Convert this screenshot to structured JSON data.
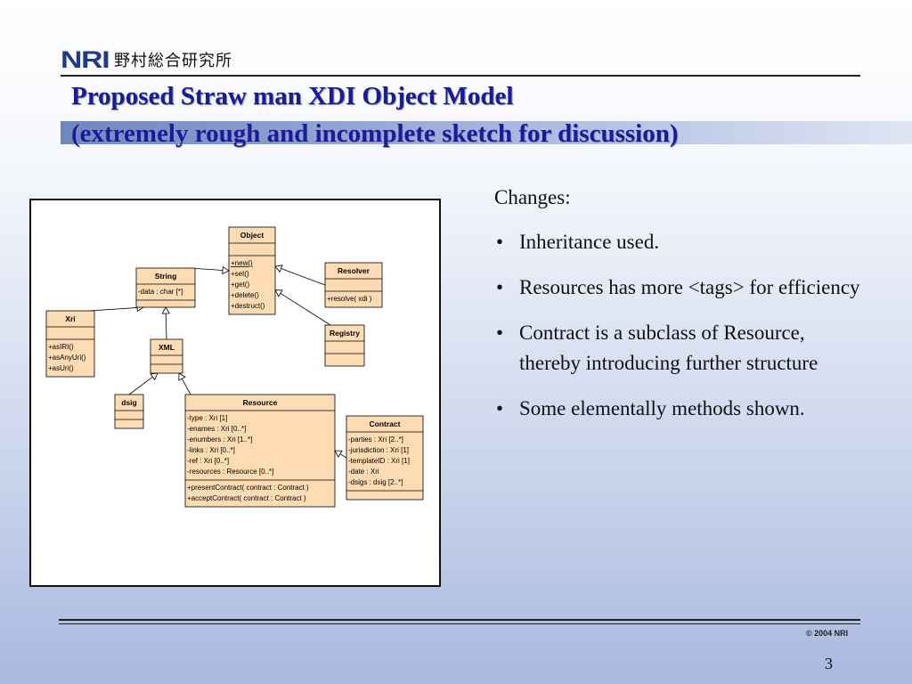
{
  "logo": {
    "mark": "NRI",
    "company": "野村総合研究所"
  },
  "title": {
    "line1": "Proposed Straw man XDI Object Model",
    "line2": "(extremely rough and incomplete sketch for discussion)"
  },
  "colors": {
    "title": "#1a1a9c",
    "class_fill": "#fddcb4",
    "band": "#8a9ccc"
  },
  "diagram": {
    "classes": [
      {
        "key": "object",
        "name": "Object",
        "attributes": [],
        "operations": [
          "+new()",
          "+set()",
          "+get()",
          "+delete()",
          "+destruct()"
        ]
      },
      {
        "key": "string",
        "name": "String",
        "attributes": [
          "-data : char [*]"
        ],
        "operations": []
      },
      {
        "key": "resolver",
        "name": "Resolver",
        "attributes": [],
        "operations": [
          "+resolve( xdi )"
        ]
      },
      {
        "key": "xri",
        "name": "Xri",
        "attributes": [],
        "operations": [
          "+asIRI()",
          "+asAnyUri()",
          "+asUri()"
        ]
      },
      {
        "key": "registry",
        "name": "Registry",
        "attributes": [],
        "operations": []
      },
      {
        "key": "xml",
        "name": "XML",
        "attributes": [],
        "operations": []
      },
      {
        "key": "dsig",
        "name": "dsig",
        "attributes": [],
        "operations": []
      },
      {
        "key": "resource",
        "name": "Resource",
        "attributes": [
          "-type : Xri [1]",
          "-enames : Xri [0..*]",
          "-enumbers : Xri [1..*]",
          "-links : Xri [0..*]",
          "-ref : Xri [0..*]",
          "-resources : Resource [0..*]"
        ],
        "operations": [
          "+presentContract( contract : Contract )",
          "+acceptContract( contract : Contract )"
        ]
      },
      {
        "key": "contract",
        "name": "Contract",
        "attributes": [
          "-parties : Xri [2..*]",
          "-jurisdiction : Xri [1]",
          "-templateID : Xri [1]",
          "-date : Xri",
          "-dsigs : dsig [2..*]"
        ],
        "operations": []
      }
    ],
    "generalizations": [
      {
        "from": "string",
        "to": "object"
      },
      {
        "from": "resolver",
        "to": "object"
      },
      {
        "from": "registry",
        "to": "object"
      },
      {
        "from": "xri",
        "to": "string"
      },
      {
        "from": "xml",
        "to": "string"
      },
      {
        "from": "dsig",
        "to": "xml"
      },
      {
        "from": "resource",
        "to": "xml"
      },
      {
        "from": "contract",
        "to": "resource"
      }
    ]
  },
  "notes": {
    "heading": "Changes:",
    "items": [
      "Inheritance used.",
      "Resources has more <tags> for efficiency",
      "Contract is a subclass of Resource, thereby introducing further structure",
      "Some elementally methods shown."
    ]
  },
  "footer": {
    "copyright": "© 2004 NRI",
    "page": "3"
  }
}
